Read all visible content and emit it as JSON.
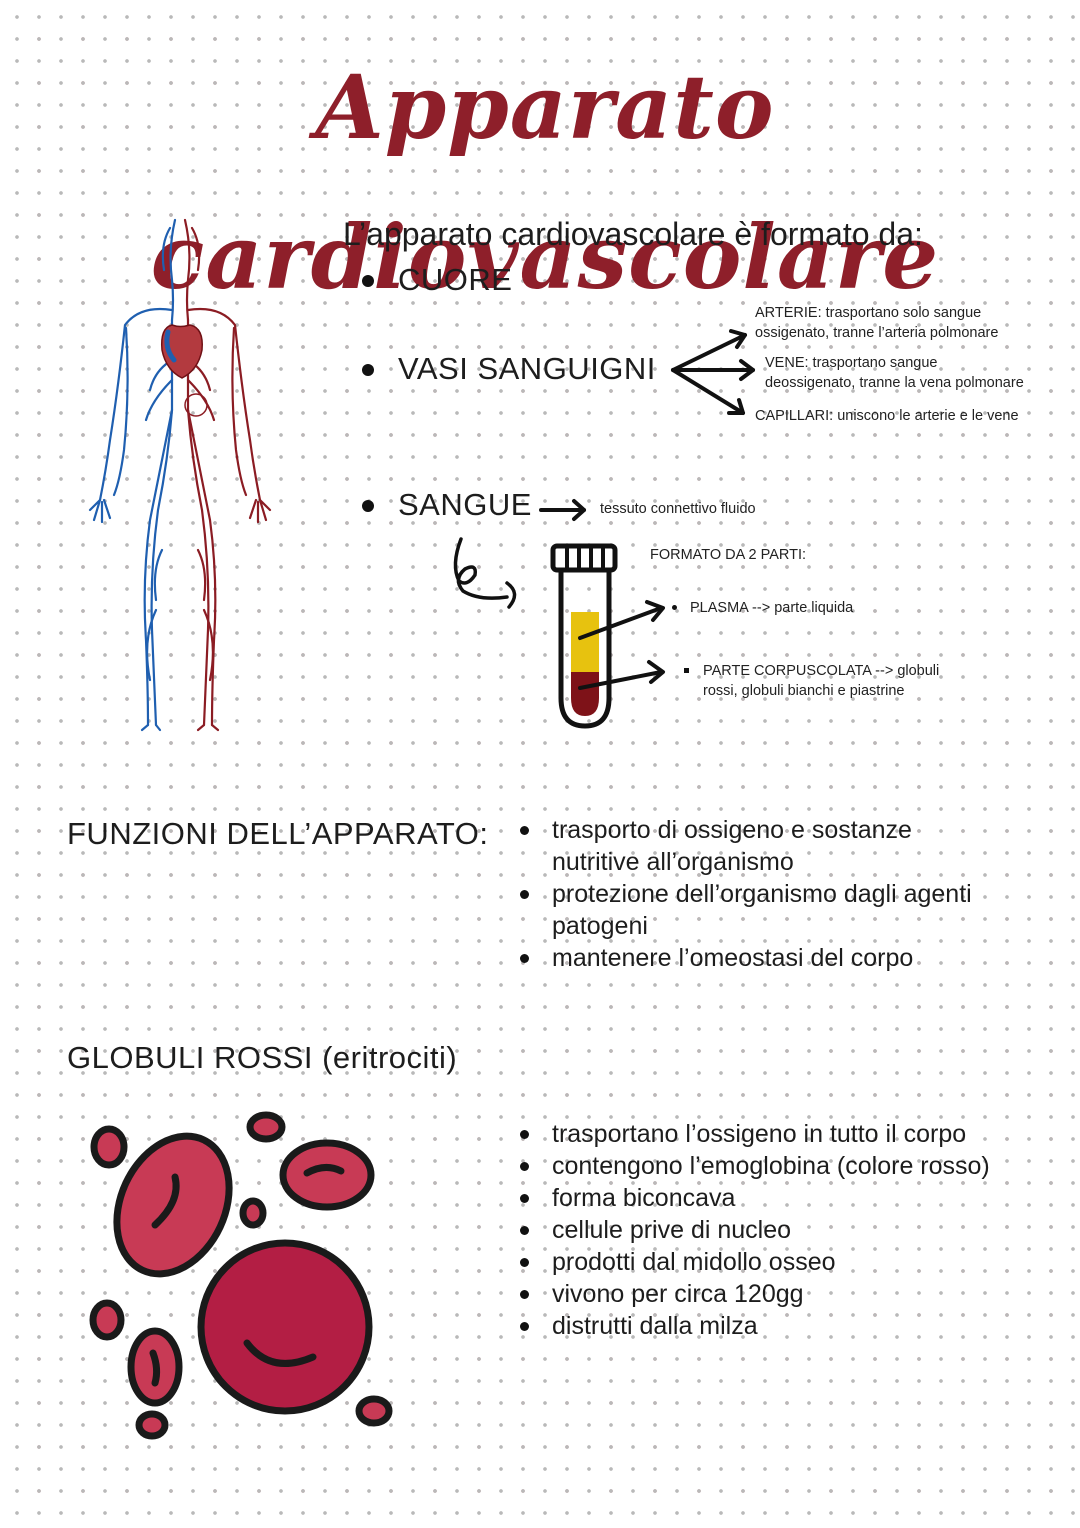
{
  "title": "Apparato cardiovascolare",
  "intro": "L’apparato cardiovascolare è formato da:",
  "components": {
    "heart": "CUORE",
    "vessels": "VASI SANGUIGNI",
    "blood": "SANGUE"
  },
  "vessel_types": {
    "arteries": [
      "ARTERIE: trasportano solo sangue",
      "ossigenato, tranne l’arteria polmonare"
    ],
    "veins": [
      "VENE: trasportano sangue",
      "deossigenato, tranne la vena polmonare"
    ],
    "capillaries": "CAPILLARI: uniscono le arterie e le vene"
  },
  "blood": {
    "definition": "tessuto connettivo fluido",
    "composition_title": "FORMATO DA 2 PARTI:",
    "plasma": "PLASMA --> parte liquida",
    "corpuscular": [
      "PARTE CORPUSCOLATA --> globuli",
      "rossi, globuli bianchi e piastrine"
    ]
  },
  "functions": {
    "title": "FUNZIONI DELL’APPARATO:",
    "items": [
      "trasporto di ossigeno e sostanze nutritive all’organismo",
      "protezione dell’organismo dagli agenti patogeni",
      "mantenere l’omeostasi del corpo"
    ]
  },
  "red_cells": {
    "title": "GLOBULI ROSSI (eritrociti)",
    "items": [
      "trasportano l’ossigeno in tutto il corpo",
      "contengono l’emoglobina (colore rosso)",
      "forma biconcava",
      "cellule prive di nucleo",
      "prodotti dal midollo osseo",
      "vivono per circa 120gg",
      "distrutti dalla milza"
    ]
  },
  "colors": {
    "title": "#8e1f2a",
    "artery": "#8b1c23",
    "vein": "#1f5fb0",
    "rbc_light": "#c83a55",
    "rbc_dark": "#b31e44",
    "plasma": "#e7c20f",
    "blood_dark": "#7e1218"
  }
}
